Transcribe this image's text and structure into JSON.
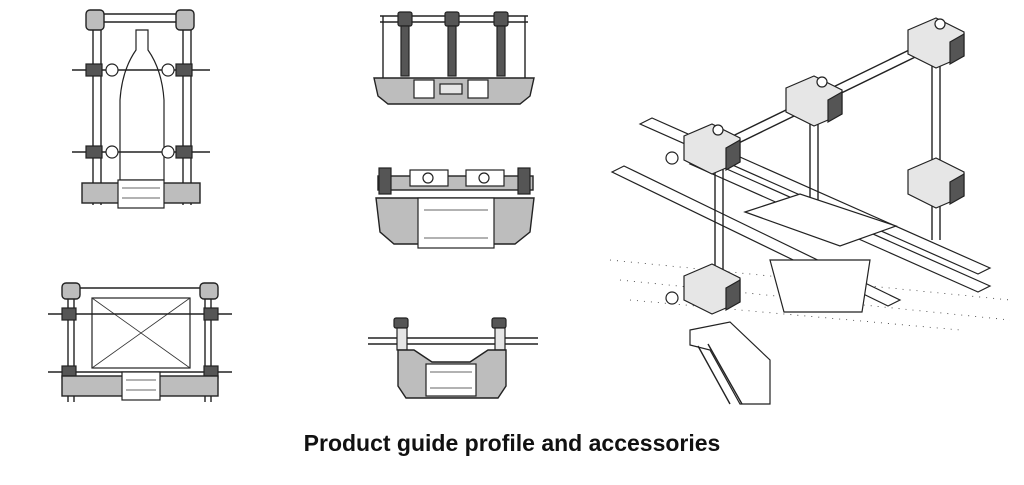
{
  "caption": "Product guide profile and accessories",
  "illustrations": [
    {
      "id": "bottle-holder-front",
      "icon": "bottle-holder-front-view"
    },
    {
      "id": "plate-holder-front",
      "icon": "plate-holder-front-view"
    },
    {
      "id": "triple-clamp-rail",
      "icon": "triple-clamp-rail-view"
    },
    {
      "id": "adjustable-clamp-rail",
      "icon": "adjustable-clamp-rail-view"
    },
    {
      "id": "guide-block",
      "icon": "guide-block-view"
    },
    {
      "id": "isometric-rod-assembly",
      "icon": "isometric-rod-assembly-view"
    }
  ]
}
